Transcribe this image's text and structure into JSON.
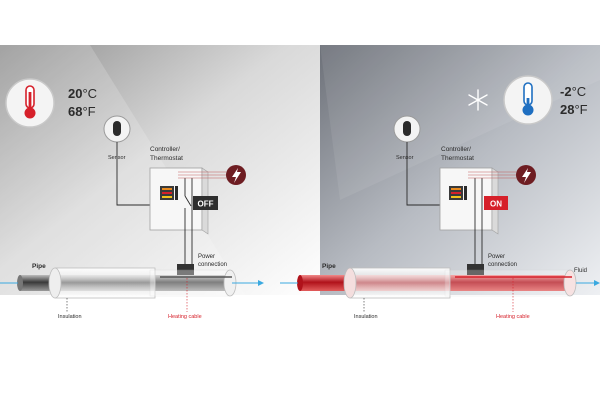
{
  "colors": {
    "heat_red": "#d6202a",
    "cold_blue": "#1f6fc1",
    "flow_blue": "#3aa9e0",
    "dark": "#2e2e2e"
  },
  "left": {
    "state": "off",
    "temperature": {
      "celsius_value": "20",
      "celsius_unit": "°C",
      "fahrenheit_value": "68",
      "fahrenheit_unit": "°F"
    },
    "thermometer_icon": "thermometer-warm-icon",
    "sensor_label": "Sensor",
    "controller_label_line1": "Controller/",
    "controller_label_line2": "Thermostat",
    "status_label": "OFF",
    "power_label_line1": "Power",
    "power_label_line2": "connection",
    "pipe_label": "Pipe",
    "insulation_label": "Insulation",
    "heating_cable_label": "Heating cable",
    "power_icon": "lightning-bolt-icon"
  },
  "right": {
    "state": "on",
    "temperature": {
      "celsius_value": "-2",
      "celsius_unit": "°C",
      "fahrenheit_value": "28",
      "fahrenheit_unit": "°F"
    },
    "thermometer_icon": "thermometer-cold-icon",
    "snowflake_icon": "snowflake-icon",
    "sensor_label": "Sensor",
    "controller_label_line1": "Controller/",
    "controller_label_line2": "Thermostat",
    "status_label": "ON",
    "power_label_line1": "Power",
    "power_label_line2": "connection",
    "pipe_label": "Pipe",
    "insulation_label": "Insulation",
    "heating_cable_label": "Heating cable",
    "fluid_label": "Fluid",
    "power_icon": "lightning-bolt-icon"
  }
}
